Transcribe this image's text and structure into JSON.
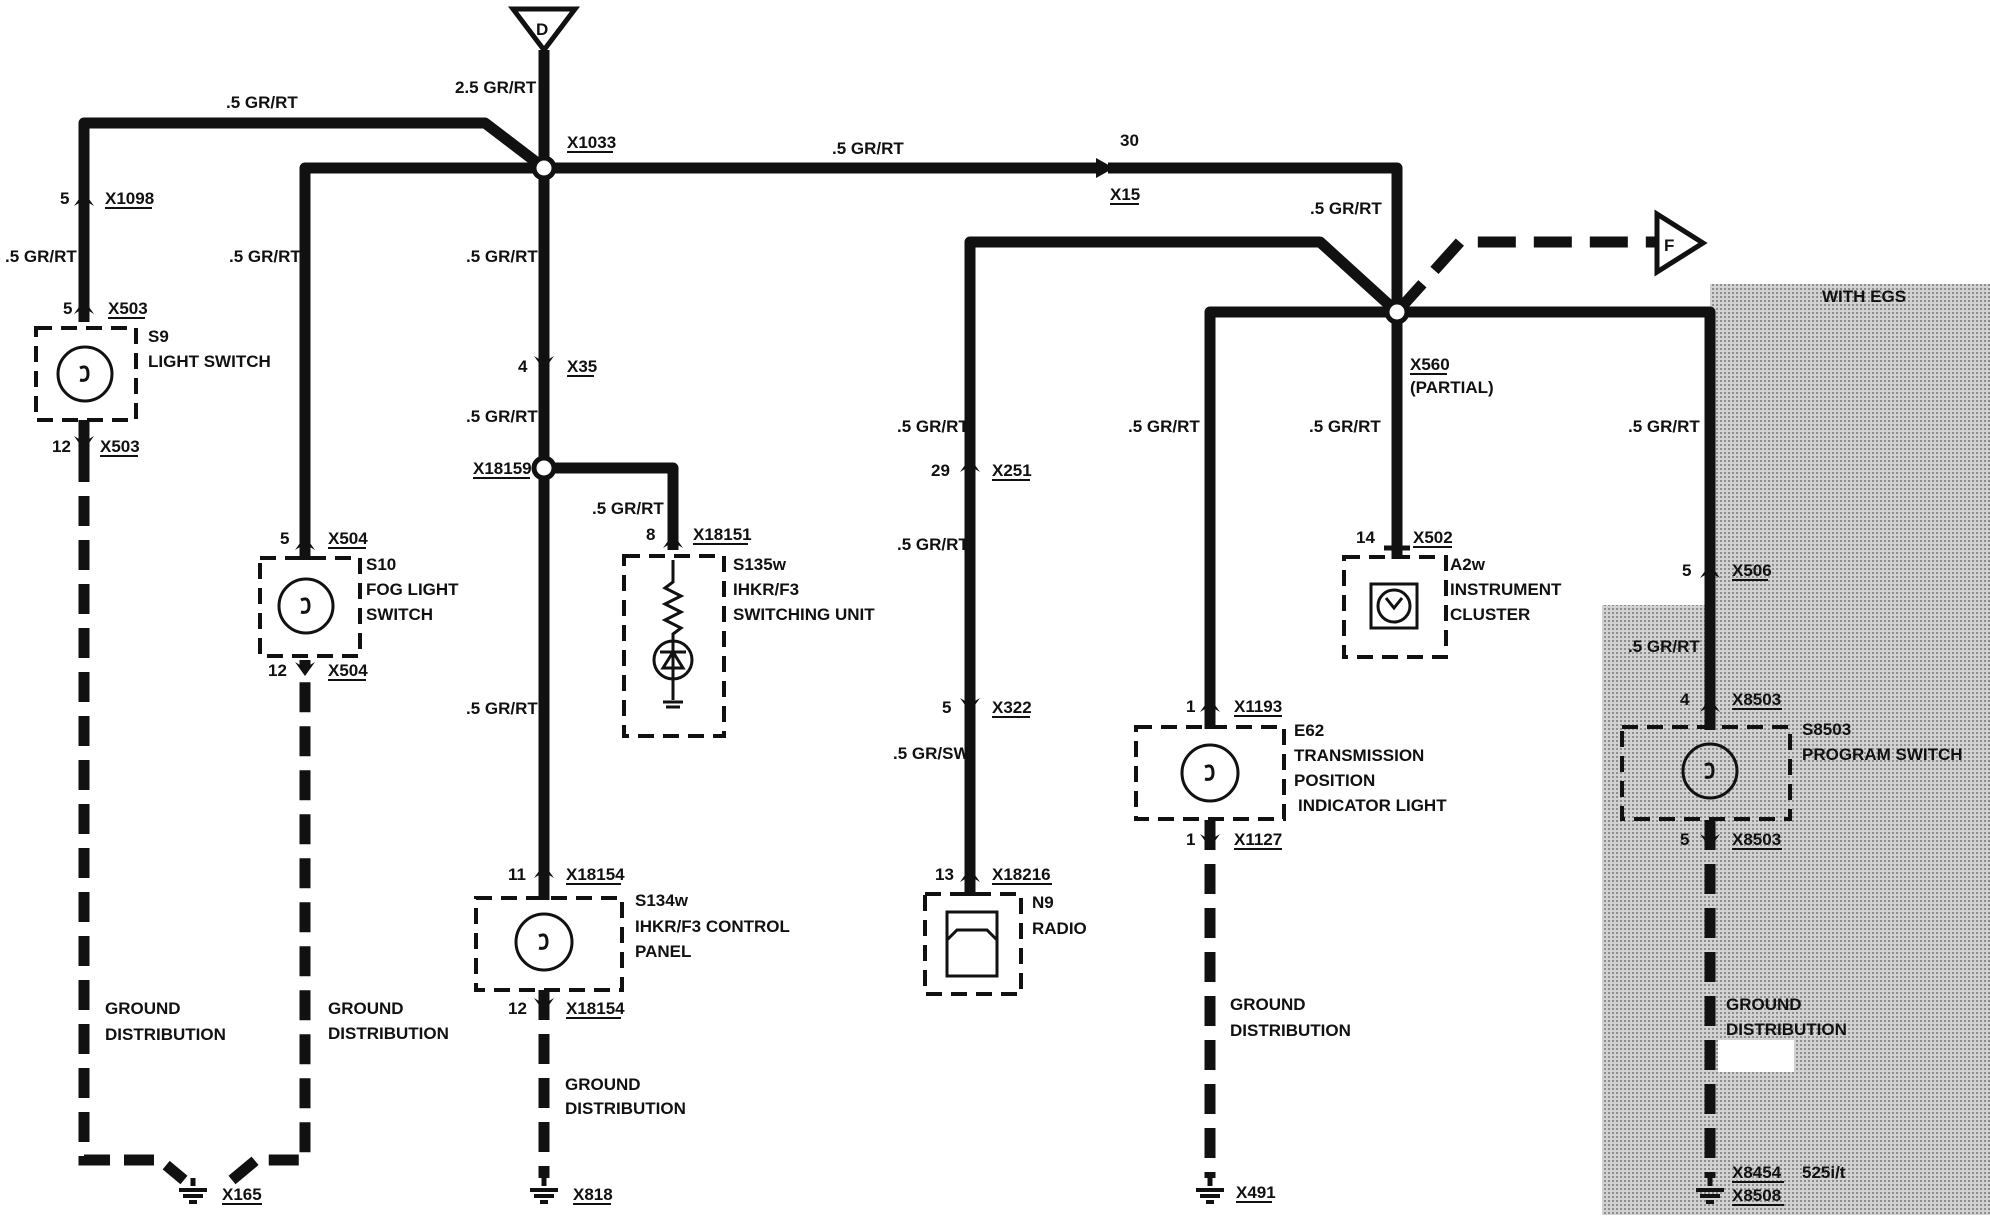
{
  "connectors": {
    "top_in": "D",
    "right_out": "F"
  },
  "splices": {
    "main": "X1033",
    "center": "X18159",
    "right": "X560",
    "right_note": "(PARTIAL)"
  },
  "wires": {
    "feed_top": "2.5 GR/RT",
    "to_left": ".5 GR/RT",
    "to_right": ".5 GR/RT",
    "left_1": ".5 GR/RT",
    "left_2": ".5 GR/RT",
    "center_1": ".5 GR/RT",
    "center_2": ".5 GR/RT",
    "center_3": ".5 GR/RT",
    "switching_branch": ".5 GR/RT",
    "right_down": ".5 GR/RT",
    "radio_1": ".5 GR/RT",
    "radio_2": ".5 GR/RT",
    "radio_3": ".5 GR/SW",
    "trans": ".5 GR/RT",
    "cluster": ".5 GR/RT",
    "egs_1": ".5 GR/RT",
    "egs_2": ".5 GR/RT"
  },
  "pins": {
    "x15_num": "30",
    "x15": "X15",
    "x1098_num": "5",
    "x1098": "X1098",
    "s9_in_num": "5",
    "s9_in": "X503",
    "s9_out_num": "12",
    "s9_out": "X503",
    "s10_in_num": "5",
    "s10_in": "X504",
    "s10_out_num": "12",
    "s10_out": "X504",
    "x35_num": "4",
    "x35": "X35",
    "x18151_num": "8",
    "x18151": "X18151",
    "s134_in_num": "11",
    "s134_in": "X18154",
    "s134_out_num": "12",
    "s134_out": "X18154",
    "x251_num": "29",
    "x251": "X251",
    "x322_num": "5",
    "x322": "X322",
    "x18216_num": "13",
    "x18216": "X18216",
    "x502_num": "14",
    "x502": "X502",
    "x1193_num": "1",
    "x1193": "X1193",
    "x1127_num": "1",
    "x1127": "X1127",
    "x506_num": "5",
    "x506": "X506",
    "x8503_in_num": "4",
    "x8503_in": "X8503",
    "x8503_out_num": "5",
    "x8503_out": "X8503"
  },
  "components": {
    "s9": {
      "id": "S9",
      "name": "LIGHT SWITCH"
    },
    "s10": {
      "id": "S10",
      "line1": "FOG LIGHT",
      "line2": "SWITCH"
    },
    "s135": {
      "id": "S135w",
      "line1": "IHKR/F3",
      "line2": "SWITCHING UNIT"
    },
    "s134": {
      "id": "S134w",
      "line1": "IHKR/F3 CONTROL",
      "line2": "PANEL"
    },
    "n9": {
      "id": "N9",
      "name": "RADIO"
    },
    "a2": {
      "id": "A2w",
      "line1": "INSTRUMENT",
      "line2": "CLUSTER"
    },
    "e62": {
      "id": "E62",
      "line1": "TRANSMISSION",
      "line2": "POSITION",
      "line3": "INDICATOR LIGHT"
    },
    "s8503": {
      "id": "S8503",
      "name": "PROGRAM SWITCH"
    }
  },
  "ground": {
    "line1": "GROUND",
    "line2": "DISTRIBUTION"
  },
  "grounds": {
    "g1": "X165",
    "g2": "X818",
    "g3": "X491",
    "g4a": "X8454",
    "g4b": "X8508",
    "g4_note": "525i/t"
  },
  "option_label": "WITH EGS",
  "colors": {
    "wire": "#111111",
    "option_shade": "#b9b9b9"
  }
}
